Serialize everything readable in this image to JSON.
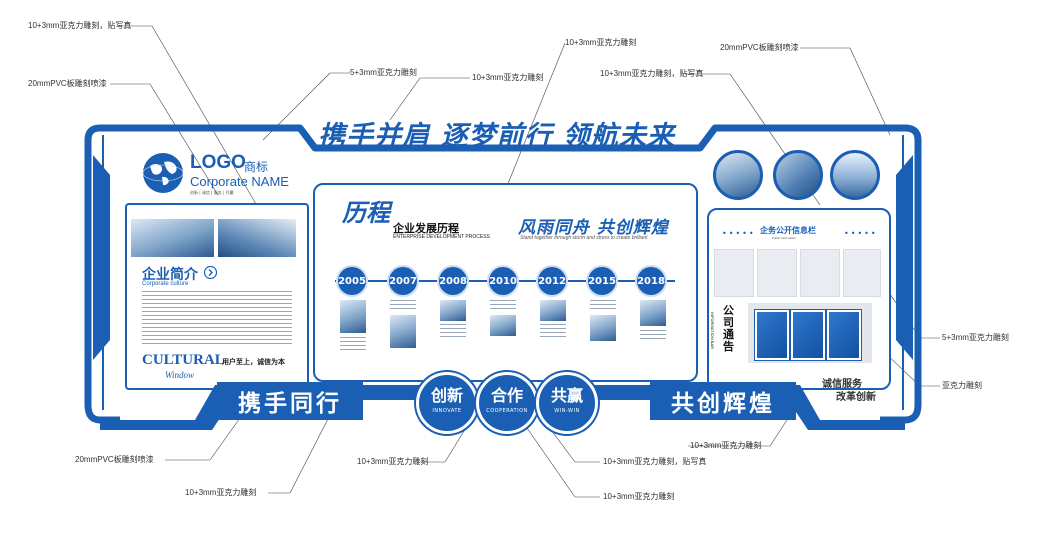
{
  "annotations": {
    "a1": "10+3mm亚克力雕刻，贴写真",
    "a2": "20mmPVC板雕刻喷漆",
    "a3": "5+3mm亚克力雕刻",
    "a4": "10+3mm亚克力雕刻",
    "a5": "10+3mm亚克力雕刻",
    "a6": "20mmPVC板雕刻喷漆",
    "a7": "10+3mm亚克力雕刻，贴写真",
    "a8": "5+3mm亚克力雕刻",
    "a9": "亚克力雕刻",
    "a10": "10+3mm亚克力雕刻",
    "a11": "20mmPVC板雕刻喷漆",
    "a12": "10+3mm亚克力雕刻",
    "a13": "10+3mm亚克力雕刻，贴写真",
    "a14": "10+3mm亚克力雕刻",
    "a15": "10+3mm亚克力雕刻"
  },
  "slogan": "携手并肩  逐梦前行  领航未来",
  "logo": {
    "logo": "LOGO",
    "shangbiao": "商标",
    "corp": "Corporate NAME",
    "sub": "创新 | 诚信 | 服务 | 共赢"
  },
  "intro": {
    "title": "企业简介",
    "subtitle": "Corporate culture",
    "cultural": "CULTURAL",
    "window": "Window",
    "slogan": "用户至上，诚信为本"
  },
  "history": {
    "brand": "历程",
    "title_cn": "企业发展历程",
    "title_en": "ENTERPRISE DEVELOPMENT PROCESS",
    "motto": "风雨同舟 共创辉煌",
    "motto_en": "Stand together through storm and stress to create brilliant",
    "years": [
      "2005",
      "2007",
      "2008",
      "2010",
      "2012",
      "2015",
      "2018"
    ]
  },
  "info": {
    "title": "企务公开信息栏",
    "sub": "Public Information",
    "notice": "公司通告",
    "notice_en": "INFORMATION BAR",
    "side_slogan_1": "诚信服务",
    "side_slogan_2": "改革创新"
  },
  "bottom": {
    "left_banner": "携手同行",
    "right_banner": "共创辉煌",
    "c1": "创新",
    "c1_en": "INNOVATE",
    "c2": "合作",
    "c2_en": "COOPERATION",
    "c3": "共赢",
    "c3_en": "WIN-WIN"
  },
  "colors": {
    "brand_blue": "#1a5fb4",
    "light_blue": "#cfe0f5"
  }
}
